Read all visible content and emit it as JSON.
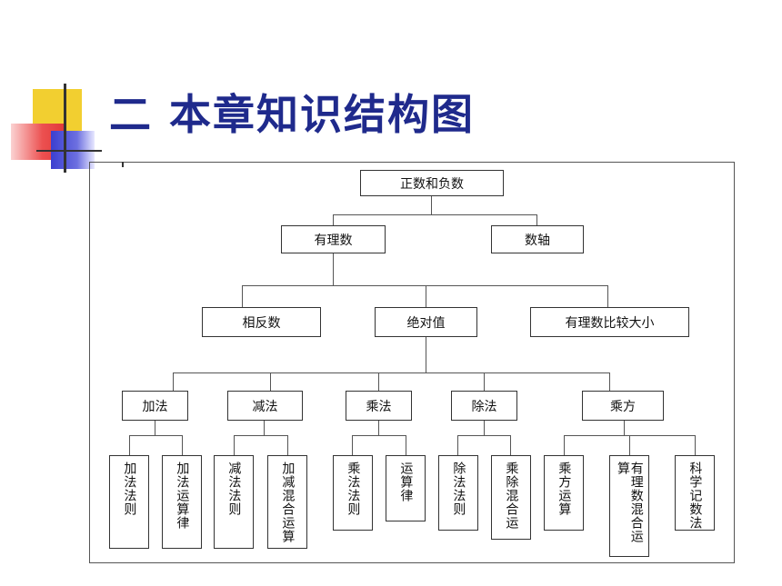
{
  "title": "二  本章知识结构图",
  "nodes": {
    "root": "正数和负数",
    "rational": "有理数",
    "axis": "数轴",
    "opposite": "相反数",
    "absolute": "绝对值",
    "compare": "有理数比较大小",
    "add": "加法",
    "sub": "减法",
    "mul": "乘法",
    "div": "除法",
    "pow": "乘方",
    "add_rule": "加法法则",
    "add_law": "加法运算律",
    "sub_rule": "减法法则",
    "add_sub_mixed": "加减混合运算",
    "mul_rule": "乘法法则",
    "op_law": "运算律",
    "div_rule": "除法法则",
    "mul_div_mixed": "乘除混合运",
    "pow_op": "乘方运算",
    "rational_mixed": "有理数混合运算",
    "sci_notation": "科学记数法"
  }
}
